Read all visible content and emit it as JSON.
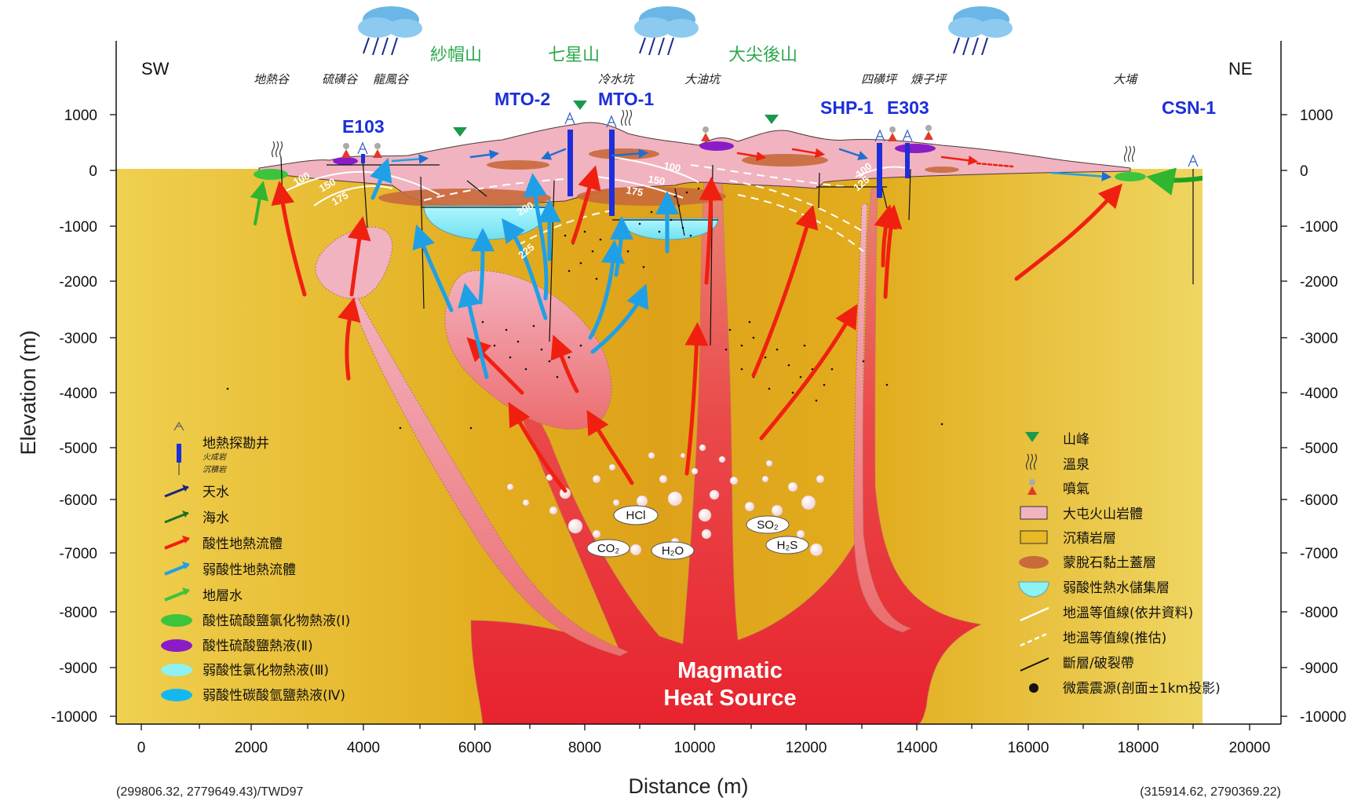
{
  "axes": {
    "y_title": "Elevation (m)",
    "x_title": "Distance (m)",
    "y_ticks": [
      "1000",
      "0",
      "-1000",
      "-2000",
      "-3000",
      "-4000",
      "-5000",
      "-6000",
      "-7000",
      "-8000",
      "-9000",
      "-10000"
    ],
    "x_ticks": [
      "0",
      "2000",
      "4000",
      "6000",
      "8000",
      "10000",
      "12000",
      "14000",
      "16000",
      "18000",
      "20000"
    ],
    "coord_left": "(299806.32, 2779649.43)/TWD97",
    "coord_right": "(315914.62, 2790369.22)"
  },
  "directions": {
    "left": "SW",
    "right": "NE"
  },
  "places": [
    {
      "id": "dire-gu",
      "label": "地熱谷"
    },
    {
      "id": "liuhuang-gu",
      "label": "硫磺谷"
    },
    {
      "id": "longfeng-gu",
      "label": "龍鳳谷"
    },
    {
      "id": "lengshui-keng",
      "label": "冷水坑"
    },
    {
      "id": "dayou-keng",
      "label": "大油坑"
    },
    {
      "id": "sihuang-ping",
      "label": "四磺坪"
    },
    {
      "id": "lianzi-ping",
      "label": "焿子坪"
    },
    {
      "id": "dapu",
      "label": "大埔"
    }
  ],
  "peaks": [
    {
      "id": "shamao-shan",
      "label": "紗帽山"
    },
    {
      "id": "qixing-shan",
      "label": "七星山"
    },
    {
      "id": "dajianhou-shan",
      "label": "大尖後山"
    }
  ],
  "wells": [
    {
      "id": "e103",
      "label": "E103"
    },
    {
      "id": "mto2",
      "label": "MTO-2"
    },
    {
      "id": "mto1",
      "label": "MTO-1"
    },
    {
      "id": "shp1",
      "label": "SHP-1"
    },
    {
      "id": "e303",
      "label": "E303"
    },
    {
      "id": "csn1",
      "label": "CSN-1"
    }
  ],
  "isotherms": [
    "100",
    "150",
    "175",
    "200",
    "225",
    "100",
    "150",
    "175",
    "100",
    "125"
  ],
  "gases": [
    "HCl",
    "CO₂",
    "H₂O",
    "SO₂",
    "H₂S"
  ],
  "magma_label": [
    "Magmatic",
    "Heat Source"
  ],
  "legend_left": {
    "well_label": "地熱探勘井",
    "well_sub1": "火成岩",
    "well_sub2": "沉積岩",
    "items": [
      {
        "label": "天水",
        "color": "#1a237e"
      },
      {
        "label": "海水",
        "color": "#1b6e2a"
      },
      {
        "label": "酸性地熱流體",
        "color": "#f02010"
      },
      {
        "label": "弱酸性地熱流體",
        "color": "#1fa0e6"
      },
      {
        "label": "地層水",
        "color": "#3cc43c"
      },
      {
        "label": "酸性硫酸鹽氯化物熱液(Ⅰ)",
        "color": "#3cc43c"
      },
      {
        "label": "酸性硫酸鹽熱液(Ⅱ)",
        "color": "#8a1cc8"
      },
      {
        "label": "弱酸性氯化物熱液(Ⅲ)",
        "color": "#8ef2f2"
      },
      {
        "label": "弱酸性碳酸氫鹽熱液(Ⅳ)",
        "color": "#14b8f0"
      }
    ]
  },
  "legend_right": {
    "items": [
      {
        "label": "山峰"
      },
      {
        "label": "溫泉"
      },
      {
        "label": "噴氣"
      },
      {
        "label": "大屯火山岩體"
      },
      {
        "label": "沉積岩層"
      },
      {
        "label": "蒙脫石黏土蓋層"
      },
      {
        "label": "弱酸性熱水儲集層"
      },
      {
        "label": "地溫等值線(依井資料)"
      },
      {
        "label": "地溫等值線(推估)"
      },
      {
        "label": "斷層/破裂帶"
      },
      {
        "label": "微震震源(剖面±1km投影)"
      }
    ]
  },
  "colors": {
    "sediment": "#e8b923",
    "volcanic": "#f1b3c0",
    "magma": "#e8323a",
    "acid_arrow": "#f02010",
    "weak_arrow": "#1fa0e6",
    "well_blue": "#1c2fd8",
    "peak_green": "#2aa84a"
  }
}
